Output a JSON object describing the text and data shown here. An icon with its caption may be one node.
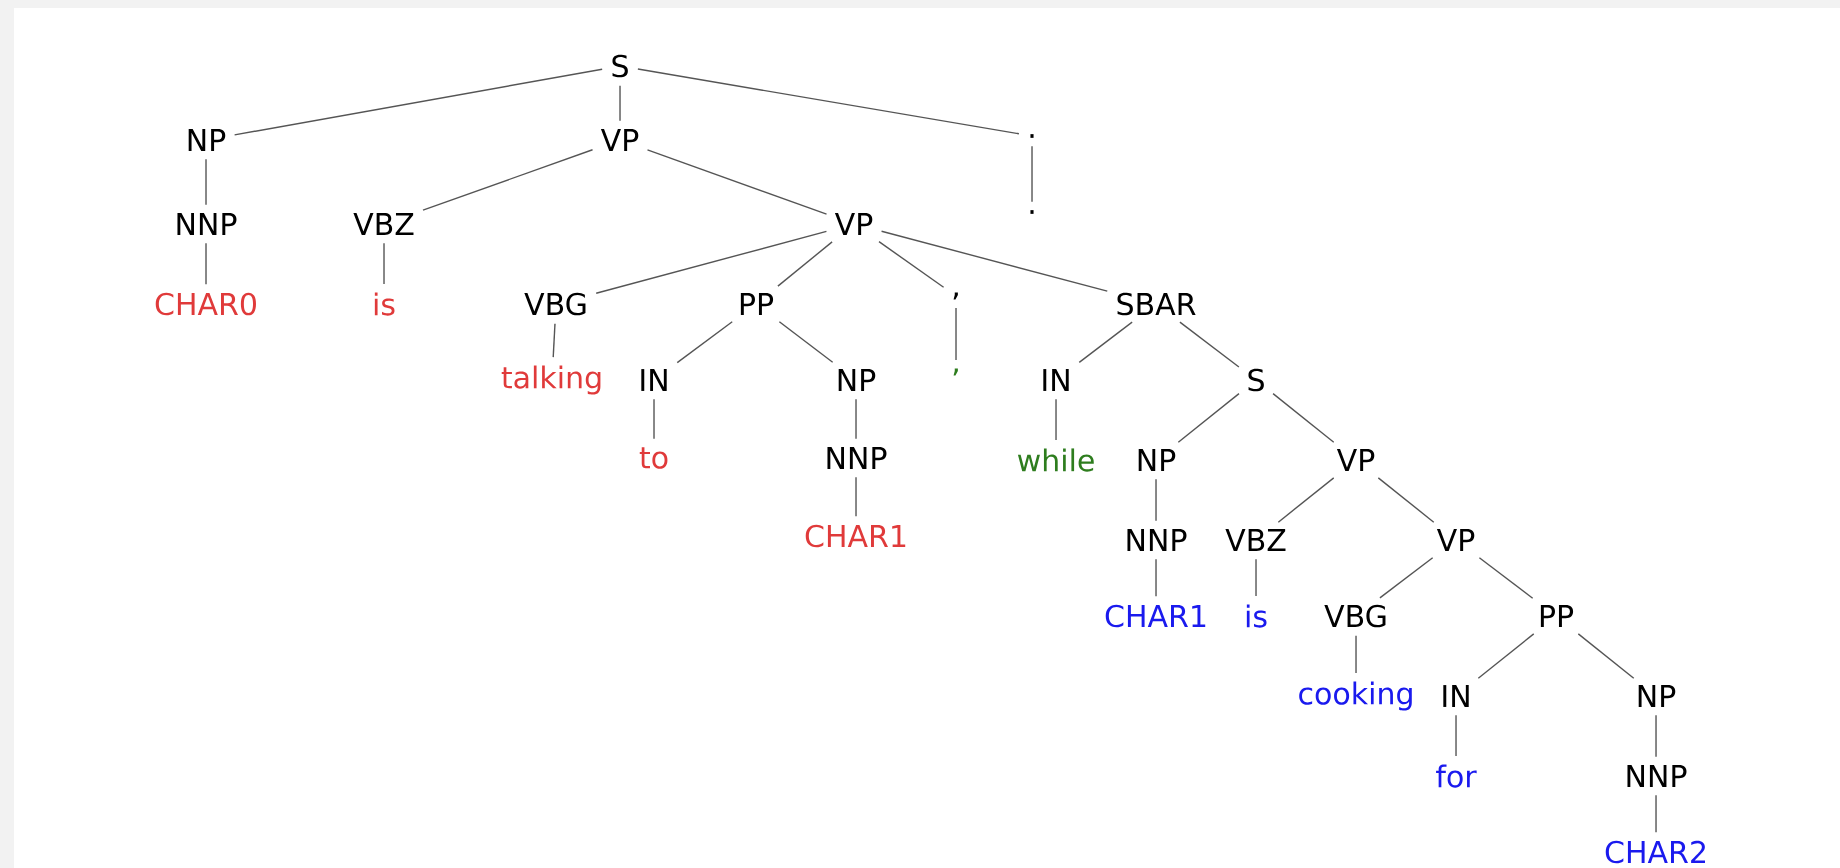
{
  "diagram": {
    "nodes": [
      {
        "text": [
          "S"
        ]
      },
      {
        "text": [
          "NP"
        ]
      },
      {
        "text": [
          "VP"
        ]
      },
      {
        "text": [
          "."
        ]
      },
      {
        "text": [
          "NNP"
        ]
      },
      {
        "text": [
          "VBZ"
        ]
      },
      {
        "text": [
          "VP"
        ]
      },
      {
        "text": [
          "."
        ]
      },
      {
        "text": [
          "CHAR0"
        ]
      },
      {
        "text": [
          "is"
        ]
      },
      {
        "text": [
          "VBG"
        ]
      },
      {
        "text": [
          "PP"
        ]
      },
      {
        "text": [
          ","
        ]
      },
      {
        "text": [
          "SBAR"
        ]
      },
      {
        "text": [
          "talking"
        ]
      },
      {
        "text": [
          "IN"
        ]
      },
      {
        "text": [
          "NP"
        ]
      },
      {
        "text": [
          ","
        ]
      },
      {
        "text": [
          "IN"
        ]
      },
      {
        "text": [
          "S"
        ]
      },
      {
        "text": [
          "to"
        ]
      },
      {
        "text": [
          "NNP"
        ]
      },
      {
        "text": [
          "while"
        ]
      },
      {
        "text": [
          "NP"
        ]
      },
      {
        "text": [
          "VP"
        ]
      },
      {
        "text": [
          "CHAR1"
        ]
      },
      {
        "text": [
          "NNP"
        ]
      },
      {
        "text": [
          "VBZ"
        ]
      },
      {
        "text": [
          "VP"
        ]
      },
      {
        "text": [
          "CHAR1"
        ]
      },
      {
        "text": [
          "is"
        ]
      },
      {
        "text": [
          "VBG"
        ]
      },
      {
        "text": [
          "PP"
        ]
      },
      {
        "text": [
          "cooking"
        ]
      },
      {
        "text": [
          "IN"
        ]
      },
      {
        "text": [
          "NP"
        ]
      },
      {
        "text": [
          "for"
        ]
      },
      {
        "text": [
          "NNP"
        ]
      },
      {
        "text": [
          "CHAR2"
        ]
      }
    ],
    "edges": [
      {
        "from": 0,
        "to": 1,
        "arrow": "none"
      },
      {
        "from": 0,
        "to": 2,
        "arrow": "none"
      },
      {
        "from": 0,
        "to": 3,
        "arrow": "none"
      },
      {
        "from": 1,
        "to": 4,
        "arrow": "none"
      },
      {
        "from": 2,
        "to": 5,
        "arrow": "none"
      },
      {
        "from": 2,
        "to": 6,
        "arrow": "none"
      },
      {
        "from": 3,
        "to": 7,
        "arrow": "none"
      },
      {
        "from": 4,
        "to": 8,
        "arrow": "none"
      },
      {
        "from": 5,
        "to": 9,
        "arrow": "none"
      },
      {
        "from": 6,
        "to": 10,
        "arrow": "none"
      },
      {
        "from": 6,
        "to": 11,
        "arrow": "none"
      },
      {
        "from": 6,
        "to": 12,
        "arrow": "none"
      },
      {
        "from": 6,
        "to": 13,
        "arrow": "none"
      },
      {
        "from": 10,
        "to": 14,
        "arrow": "none"
      },
      {
        "from": 11,
        "to": 15,
        "arrow": "none"
      },
      {
        "from": 11,
        "to": 16,
        "arrow": "none"
      },
      {
        "from": 12,
        "to": 17,
        "arrow": "none"
      },
      {
        "from": 13,
        "to": 18,
        "arrow": "none"
      },
      {
        "from": 13,
        "to": 19,
        "arrow": "none"
      },
      {
        "from": 15,
        "to": 20,
        "arrow": "none"
      },
      {
        "from": 16,
        "to": 21,
        "arrow": "none"
      },
      {
        "from": 18,
        "to": 22,
        "arrow": "none"
      },
      {
        "from": 19,
        "to": 23,
        "arrow": "none"
      },
      {
        "from": 19,
        "to": 24,
        "arrow": "none"
      },
      {
        "from": 21,
        "to": 25,
        "arrow": "none"
      },
      {
        "from": 23,
        "to": 26,
        "arrow": "none"
      },
      {
        "from": 24,
        "to": 27,
        "arrow": "none"
      },
      {
        "from": 24,
        "to": 28,
        "arrow": "none"
      },
      {
        "from": 26,
        "to": 29,
        "arrow": "none"
      },
      {
        "from": 27,
        "to": 30,
        "arrow": "none"
      },
      {
        "from": 28,
        "to": 31,
        "arrow": "none"
      },
      {
        "from": 28,
        "to": 32,
        "arrow": "none"
      },
      {
        "from": 31,
        "to": 33,
        "arrow": "none"
      },
      {
        "from": 32,
        "to": 34,
        "arrow": "none"
      },
      {
        "from": 32,
        "to": 35,
        "arrow": "none"
      },
      {
        "from": 34,
        "to": 36,
        "arrow": "none"
      },
      {
        "from": 35,
        "to": 37,
        "arrow": "none"
      },
      {
        "from": 37,
        "to": 38,
        "arrow": "none"
      }
    ]
  }
}
